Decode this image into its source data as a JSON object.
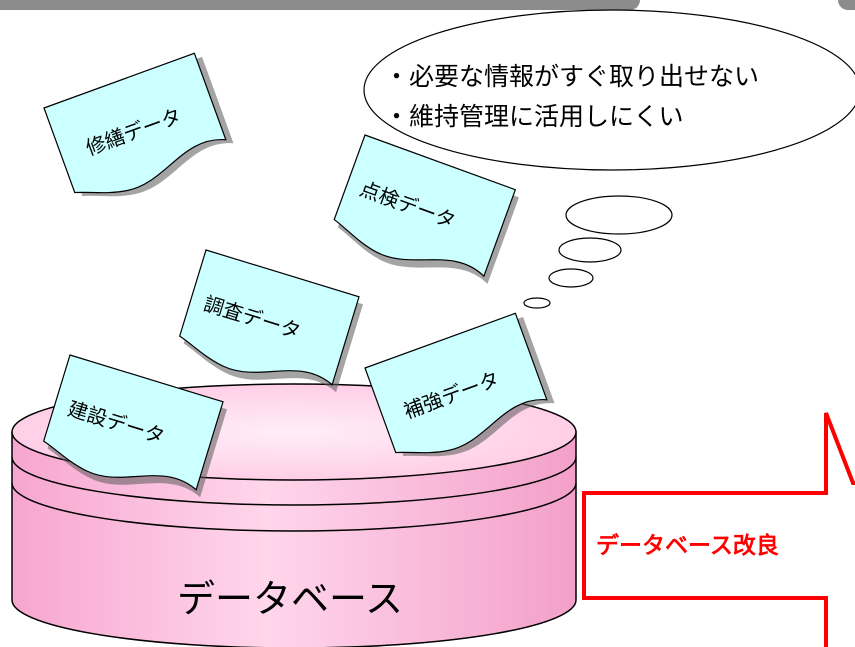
{
  "thought_bubble": {
    "line1": "・必要な情報がすぐ取り出せない",
    "line2": "・維持管理に活用しにくい"
  },
  "documents": {
    "repair": "修繕データ",
    "inspection": "点検データ",
    "survey": "調査データ",
    "construction": "建設データ",
    "reinforcement": "補強データ"
  },
  "database": {
    "label": "データベース"
  },
  "arrow": {
    "label": "データベース改良"
  },
  "colors": {
    "doc_fill": "#ccffff",
    "db_fill": "#ffc8e6",
    "arrow_stroke": "#ff0000"
  }
}
